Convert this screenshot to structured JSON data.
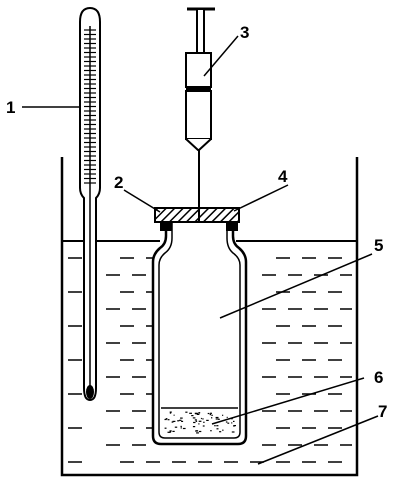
{
  "labels": {
    "thermometer": "1",
    "crimp_cap": "2",
    "syringe": "3",
    "septum": "4",
    "headspace": "5",
    "sample": "6",
    "water_bath": "7"
  },
  "colors": {
    "ink": "#000000",
    "paper": "#ffffff"
  }
}
